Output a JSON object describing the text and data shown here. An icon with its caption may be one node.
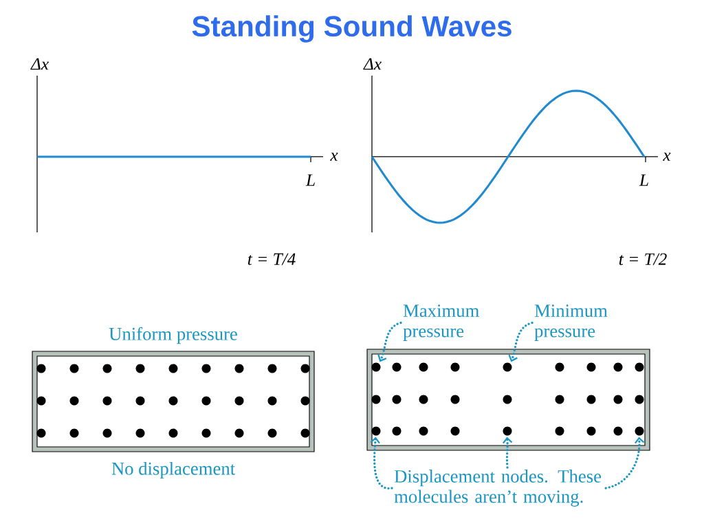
{
  "diagram": {
    "title": "Standing Sound Waves",
    "nodes": [
      {
        "text": [],
        "shape": "box",
        "beside": [
          "Uniform pressure",
          "No displacement"
        ]
      },
      {
        "text": [],
        "shape": "box"
      },
      {
        "text": [
          "Maximum pressure"
        ]
      },
      {
        "text": [
          "Minimum pressure"
        ]
      },
      {
        "text": [
          "Displacement nodes. These molecules aren’t moving."
        ]
      }
    ],
    "edges": [
      {
        "from": 2,
        "to": 1,
        "arrow": "to",
        "style": "dashed"
      },
      {
        "from": 3,
        "to": 1,
        "arrow": "to",
        "style": "dashed"
      },
      {
        "from": 4,
        "to": 1,
        "arrow": "to",
        "style": "dashed"
      },
      {
        "from": 4,
        "to": 1,
        "arrow": "to",
        "style": "dashed"
      },
      {
        "from": 4,
        "to": 1,
        "arrow": "to",
        "style": "dashed"
      }
    ],
    "labels": [
      "Δx",
      "x",
      "L",
      "t = T/4",
      "Δx",
      "x",
      "L",
      "t = T/2"
    ]
  }
}
